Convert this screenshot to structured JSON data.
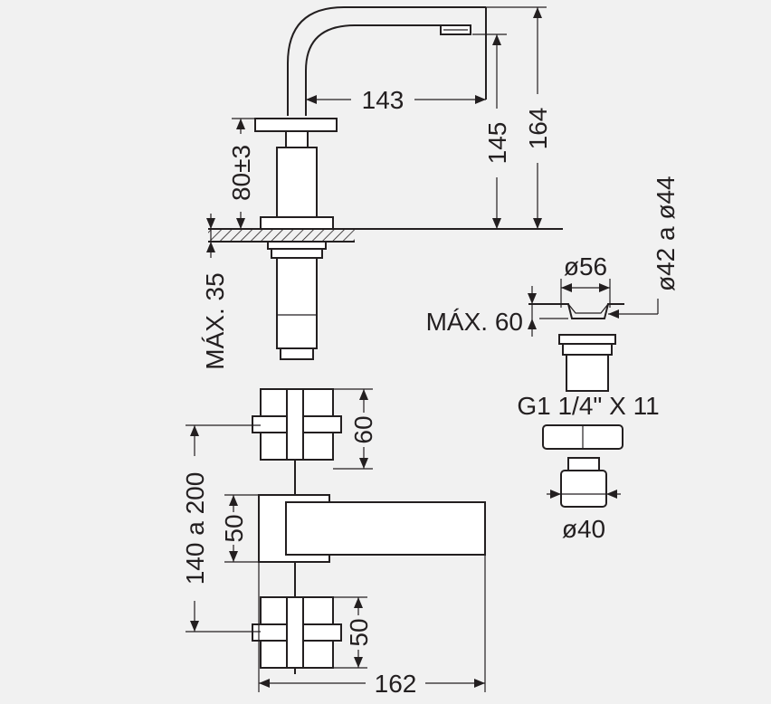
{
  "drawing": {
    "dims": {
      "d143": "143",
      "d145": "145",
      "d164": "164",
      "d80": "80±3",
      "dmax35": "MÁX. 35",
      "dphi56": "ø56",
      "dmax60": "MÁX. 60",
      "dphi42": "ø42 a ø44",
      "dthread": "G1 1/4\" X 11",
      "dphi40": "ø40",
      "d60": "60",
      "d140": "140 a 200",
      "d50a": "50",
      "d50b": "50",
      "d162": "162"
    },
    "colors": {
      "line": "#231f20",
      "background": "#f1f1f1",
      "part_fill": "#ffffff"
    }
  }
}
